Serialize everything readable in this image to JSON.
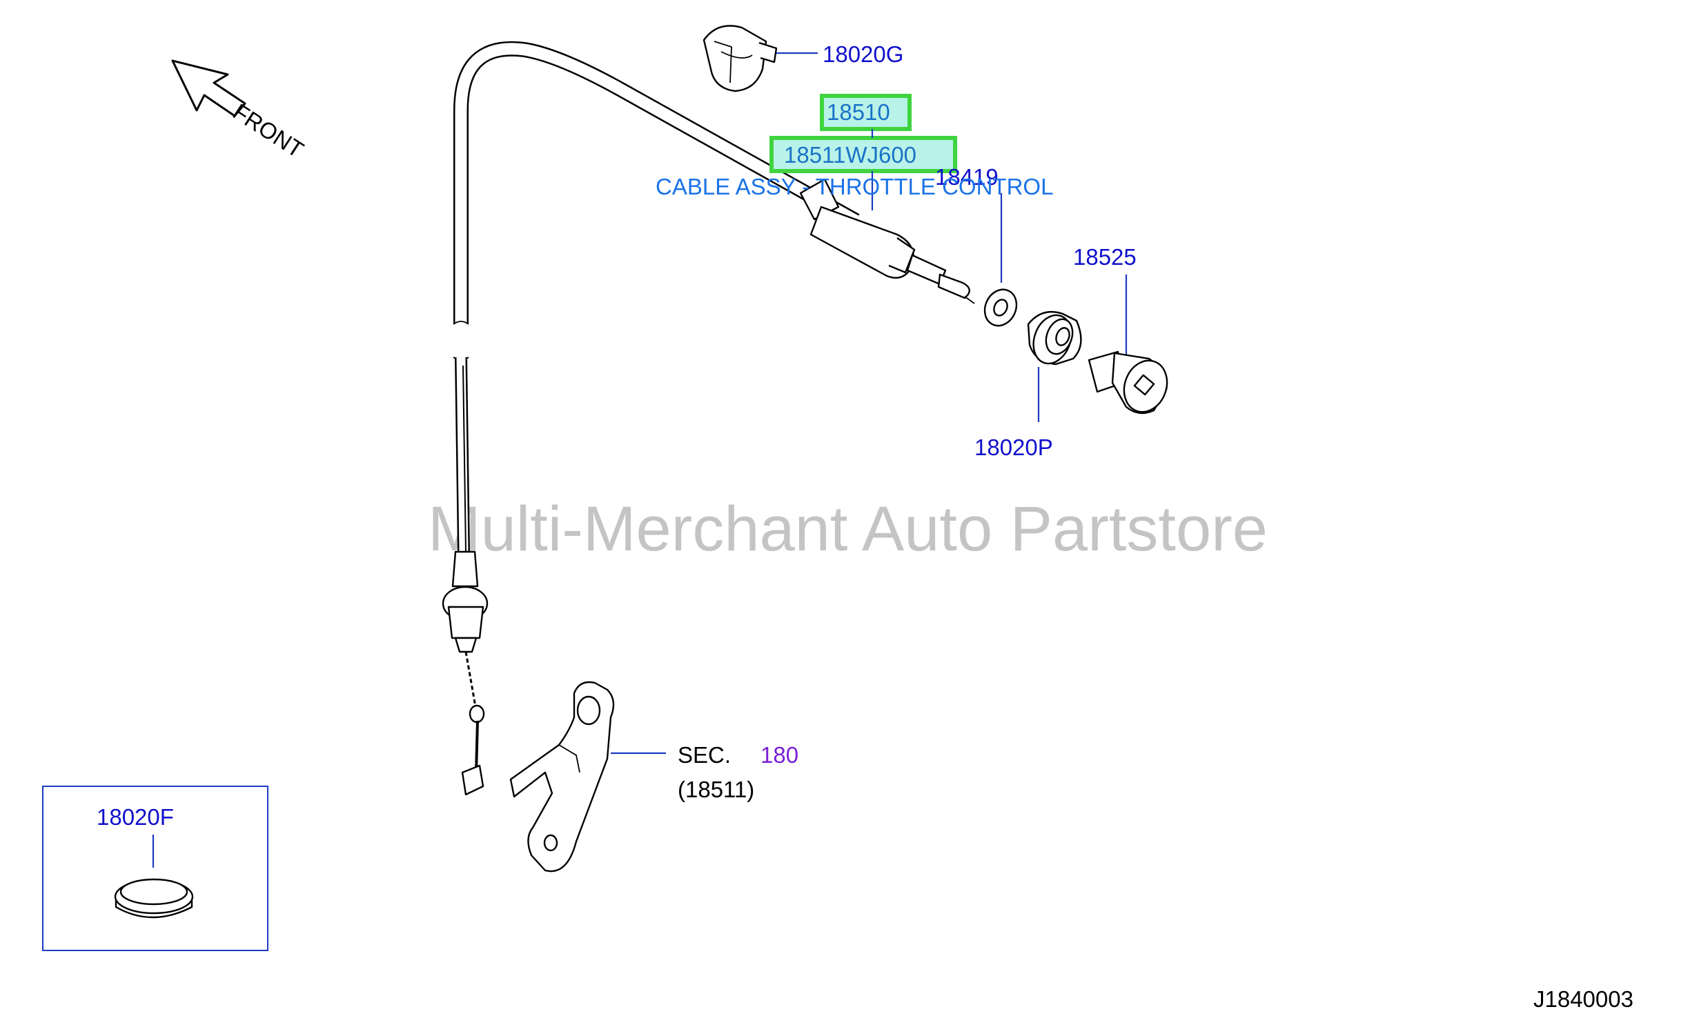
{
  "diagram": {
    "front_label": "FRONT",
    "watermark": "Multi-Merchant Auto Partstore",
    "diagram_code": "J1840003",
    "parts": {
      "p18020G": "18020G",
      "p18510": "18510",
      "p18511WJ600": "18511WJ600",
      "p18419": "18419",
      "p18525": "18525",
      "p18020P": "18020P",
      "p18020F": "18020F"
    },
    "tooltip": "CABLE ASSY - THROTTLE CONTROL",
    "section_ref": {
      "prefix": "SEC.",
      "number": "180",
      "sub": "(18511)"
    },
    "highlighted": [
      "18510",
      "18511WJ600"
    ],
    "colors": {
      "part_number": "#1010cc",
      "highlight_border": "#3fd43f",
      "description": "#1a73e8",
      "section_number": "#7a1fd6",
      "watermark": "#c4c4c4"
    }
  }
}
